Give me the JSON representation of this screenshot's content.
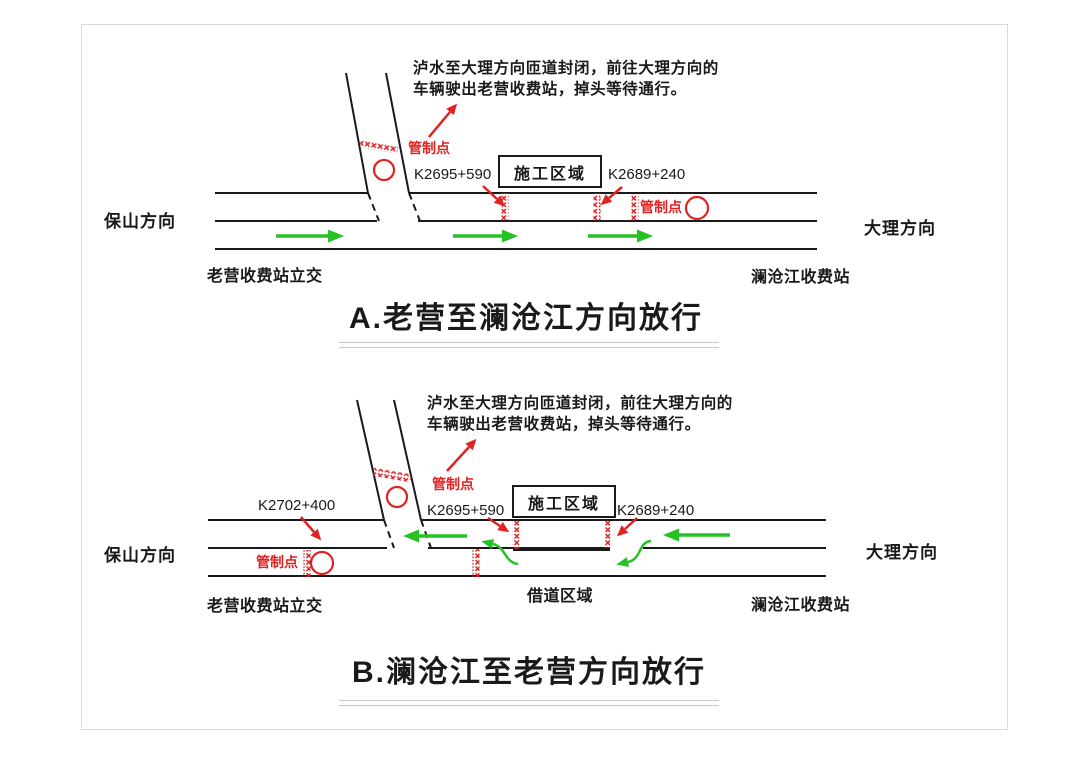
{
  "colors": {
    "red": "#df2222",
    "green": "#25c125",
    "black": "#1a1a1a",
    "border": "#d9d9d9",
    "underline": "#c9c9c9"
  },
  "shared": {
    "note_line1": "泸水至大理方向匝道封闭，前往大理方向的",
    "note_line2": "车辆驶出老营收费站，掉头等待通行。",
    "control_point": "管制点",
    "construction_zone": "施工区域",
    "baoshan_direction": "保山方向",
    "dali_direction": "大理方向",
    "laoying_toll_interchange": "老营收费站立交",
    "lancangjiang_toll": "澜沧江收费站",
    "km_k2695": "K2695+590",
    "km_k2689": "K2689+240"
  },
  "diagram_a": {
    "title": "A.老营至澜沧江方向放行"
  },
  "diagram_b": {
    "title": "B.澜沧江至老营方向放行",
    "km_k2702": "K2702+400",
    "borrow_zone": "借道区域"
  }
}
